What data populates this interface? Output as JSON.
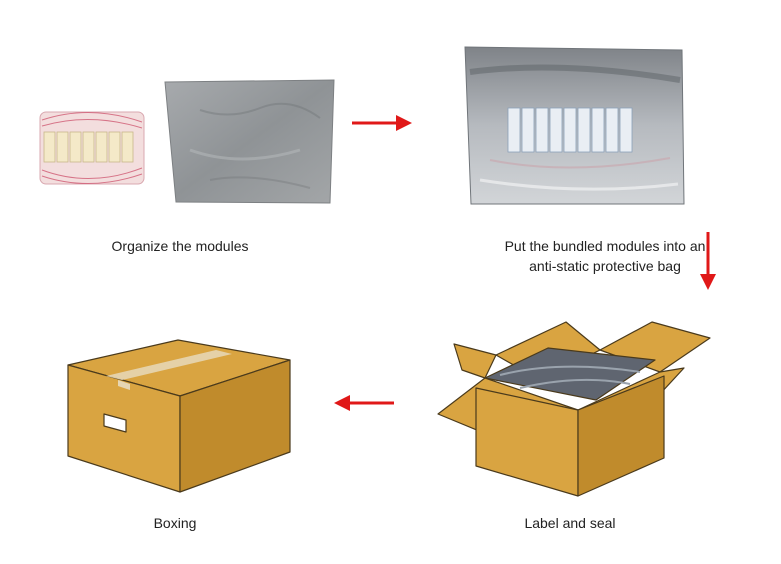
{
  "steps": [
    {
      "lines": [
        "Organize the modules"
      ]
    },
    {
      "lines": [
        "Put the bundled modules into an",
        "anti-static protective bag"
      ]
    },
    {
      "lines": [
        "Label and seal"
      ]
    },
    {
      "lines": [
        "Boxing"
      ]
    }
  ],
  "colors": {
    "arrow": "#e01818",
    "box": "#d9a441",
    "box_dark": "#c08b2c",
    "box_edge": "#4a3a1c",
    "bag": "#9ea1a4",
    "tape": "#e6d6b4"
  },
  "icons": [
    "arrow-right-icon",
    "arrow-down-icon",
    "arrow-left-icon"
  ]
}
